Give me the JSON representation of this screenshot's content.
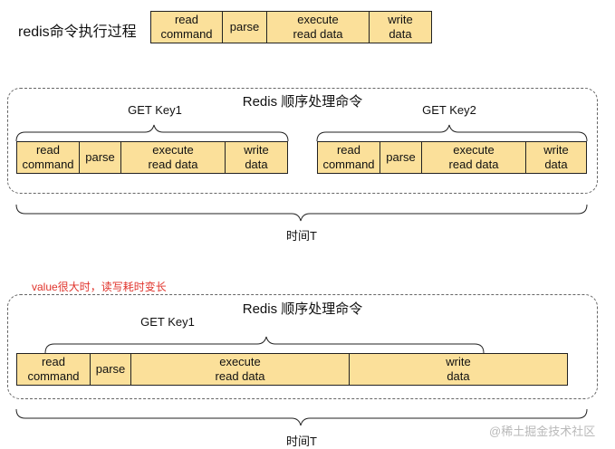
{
  "top": {
    "title": "redis命令执行过程",
    "stages": [
      "read\ncommand",
      "parse",
      "execute\nread data",
      "write\ndata"
    ]
  },
  "section1": {
    "title": "Redis 顺序处理命令",
    "cmd1": {
      "label": "GET Key1",
      "stages": [
        "read\ncommand",
        "parse",
        "execute\nread data",
        "write\ndata"
      ]
    },
    "cmd2": {
      "label": "GET Key2",
      "stages": [
        "read\ncommand",
        "parse",
        "execute\nread data",
        "write\ndata"
      ]
    },
    "time_label": "时间T"
  },
  "section2": {
    "note": "value很大时，读写耗时变长",
    "title": "Redis 顺序处理命令",
    "cmd1": {
      "label": "GET Key1",
      "stages": [
        "read\ncommand",
        "parse",
        "execute\nread data",
        "write\ndata"
      ]
    },
    "time_label": "时间T"
  },
  "watermark": "@稀土掘金技术社区",
  "colors": {
    "stage_fill": "#fbe09a",
    "note_red": "#e0322a"
  }
}
